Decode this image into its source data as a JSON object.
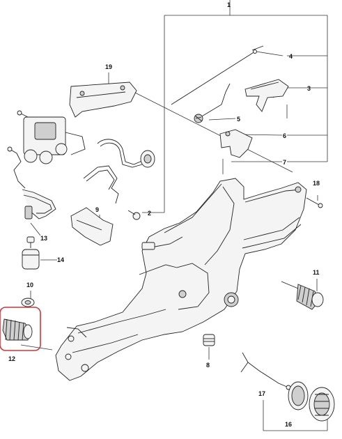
{
  "diagram": {
    "highlight_color": "#d0343a",
    "labels": {
      "p1": "1",
      "p2": "2",
      "p3": "3",
      "p4": "4",
      "p5": "5",
      "p6": "6",
      "p7": "7",
      "p8": "8",
      "p9": "9",
      "p10": "10",
      "p11": "11",
      "p12": "12",
      "p13": "13",
      "p14": "14",
      "p16": "16",
      "p17": "17",
      "p18": "18",
      "p19": "19"
    }
  }
}
